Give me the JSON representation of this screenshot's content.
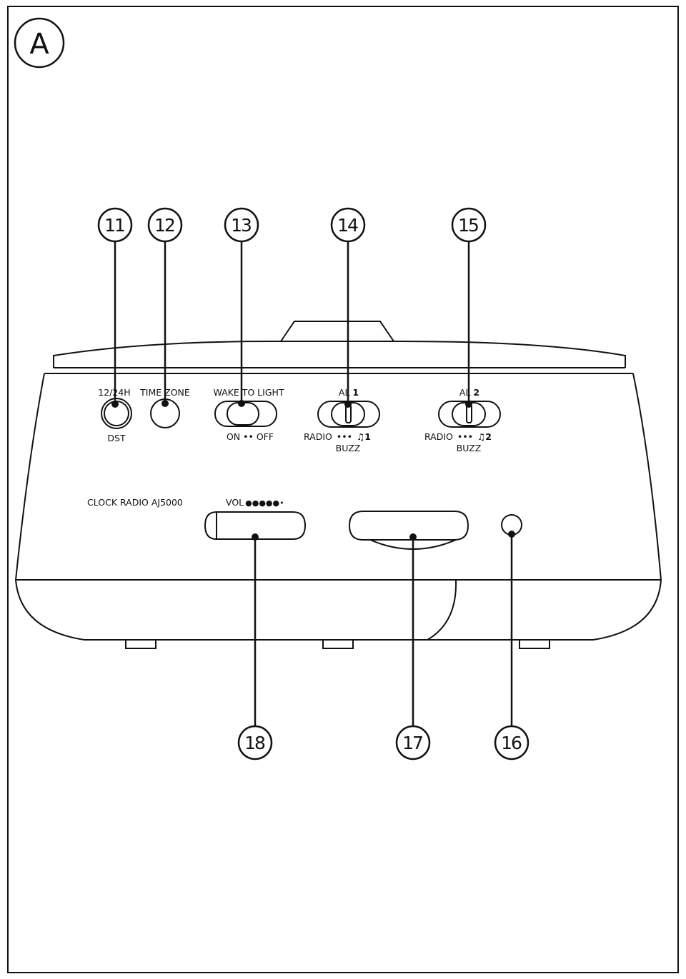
{
  "figure": {
    "letter": "A"
  },
  "callouts": [
    {
      "id": "11",
      "number": "11"
    },
    {
      "id": "12",
      "number": "12"
    },
    {
      "id": "13",
      "number": "13"
    },
    {
      "id": "14",
      "number": "14"
    },
    {
      "id": "15",
      "number": "15"
    },
    {
      "id": "16",
      "number": "16"
    },
    {
      "id": "17",
      "number": "17"
    },
    {
      "id": "18",
      "number": "18"
    }
  ],
  "panel": {
    "hour_format": "12/24H",
    "dst": "DST",
    "time_zone": "TIME ZONE",
    "wake_to_light": "WAKE TO LIGHT",
    "on_off": "ON •• OFF",
    "al1": {
      "prefix": "AL ",
      "num": "1"
    },
    "al2": {
      "prefix": "AL ",
      "num": "2"
    },
    "radio": "RADIO",
    "buzz": "BUZZ",
    "dots": "•••",
    "music1": "♫1",
    "music2": "♫2",
    "model": "CLOCK RADIO AJ5000",
    "vol": "VOL",
    "vol_dots": "●●●●●•"
  }
}
